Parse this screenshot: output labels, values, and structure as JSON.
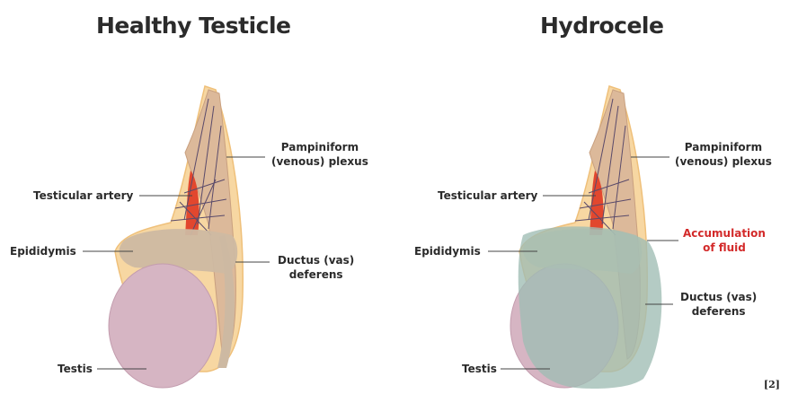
{
  "titles": {
    "healthy": "Healthy Testicle",
    "hydrocele": "Hydrocele"
  },
  "labels": {
    "pampiniform_line1": "Pampiniform",
    "pampiniform_line2": "(venous) plexus",
    "testicular_artery": "Testicular artery",
    "epididymis": "Epididymis",
    "ductus_line1": "Ductus (vas)",
    "ductus_line2": "deferens",
    "testis": "Testis",
    "accumulation_line1": "Accumulation",
    "accumulation_line2": "of fluid"
  },
  "reference": "[2]",
  "colors": {
    "sheath": "#f7d7a2",
    "cord": "#dcb99a",
    "artery": "#e2472e",
    "testis": "#d6b5c3",
    "epididymis": "#cdb9a2",
    "fluid": "#9fbdb4",
    "accent_text": "#d32a2a"
  }
}
